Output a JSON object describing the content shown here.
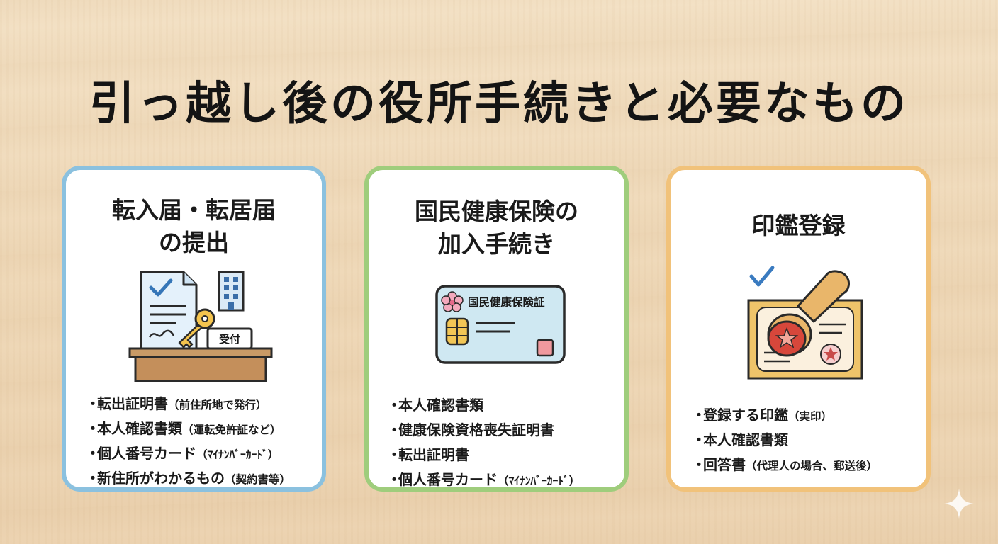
{
  "title": "引っ越し後の役所手続きと必要なもの",
  "colors": {
    "blue": "#8bc1df",
    "green": "#9fcd7c",
    "orange": "#f1c27a"
  },
  "cards": [
    {
      "title_lines": [
        "転入届・転居届",
        "の提出"
      ],
      "icons": [
        "document-check-icon",
        "key-icon",
        "building-icon",
        "reception-desk-icon"
      ],
      "desk_sign": "受付",
      "items": [
        {
          "main": "転出証明書",
          "note": "（前住所地で発行）"
        },
        {
          "main": "本人確認書類",
          "note": "（運転免許証など）"
        },
        {
          "main": "個人番号カード",
          "note": "（ﾏｲﾅﾝﾊﾞｰｶｰﾄﾞ）"
        },
        {
          "main": "新住所がわかるもの",
          "note": "（契約書等）"
        }
      ]
    },
    {
      "title_lines": [
        "国民健康保険の",
        "加入手続き"
      ],
      "icons": [
        "insurance-card-icon",
        "cherry-blossom-icon",
        "ic-chip-icon"
      ],
      "card_label": "国民健康保険証",
      "items": [
        {
          "main": "本人確認書類",
          "note": ""
        },
        {
          "main": "健康保険資格喪失証明書",
          "note": ""
        },
        {
          "main": "転出証明書",
          "note": ""
        },
        {
          "main": "個人番号カード",
          "note": "（ﾏｲﾅﾝﾊﾞｰｶｰﾄﾞ）"
        }
      ]
    },
    {
      "title_lines": [
        "印鑑登録"
      ],
      "icons": [
        "check-icon",
        "stamp-icon",
        "certificate-icon"
      ],
      "items": [
        {
          "main": "登録する印鑑",
          "note": "（実印）"
        },
        {
          "main": "本人確認書類",
          "note": ""
        },
        {
          "main": "回答書",
          "note": "（代理人の場合、郵送後）"
        }
      ]
    }
  ]
}
